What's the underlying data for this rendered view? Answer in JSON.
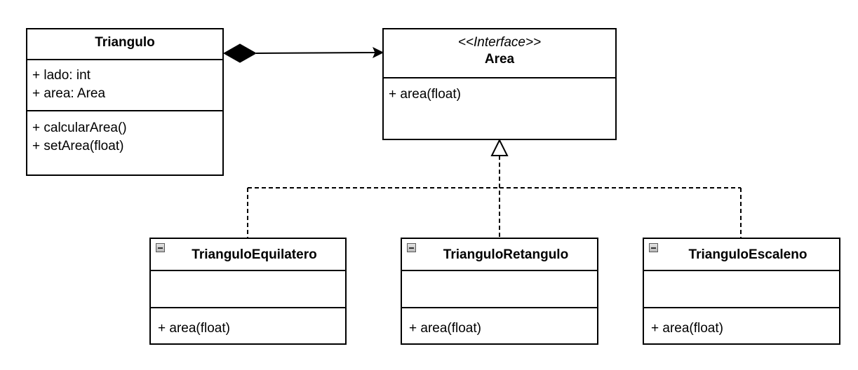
{
  "classes": {
    "triangulo": {
      "name": "Triangulo",
      "attributes": [
        "+ lado: int",
        "+ area: Area"
      ],
      "methods": [
        "+ calcularArea()",
        "+ setArea(float)"
      ]
    },
    "area": {
      "stereotype": "<<Interface>>",
      "name": "Area",
      "methods": [
        "+ area(float)"
      ]
    },
    "equilatero": {
      "name": "TrianguloEquilatero",
      "methods": [
        "+ area(float)"
      ]
    },
    "retangulo": {
      "name": "TrianguloRetangulo",
      "methods": [
        "+ area(float)"
      ]
    },
    "escaleno": {
      "name": "TrianguloEscaleno",
      "methods": [
        "+ area(float)"
      ]
    }
  },
  "relationships": [
    {
      "type": "composition",
      "from": "Triangulo",
      "to": "Area"
    },
    {
      "type": "realization",
      "from": "TrianguloEquilatero",
      "to": "Area"
    },
    {
      "type": "realization",
      "from": "TrianguloRetangulo",
      "to": "Area"
    },
    {
      "type": "realization",
      "from": "TrianguloEscaleno",
      "to": "Area"
    }
  ]
}
